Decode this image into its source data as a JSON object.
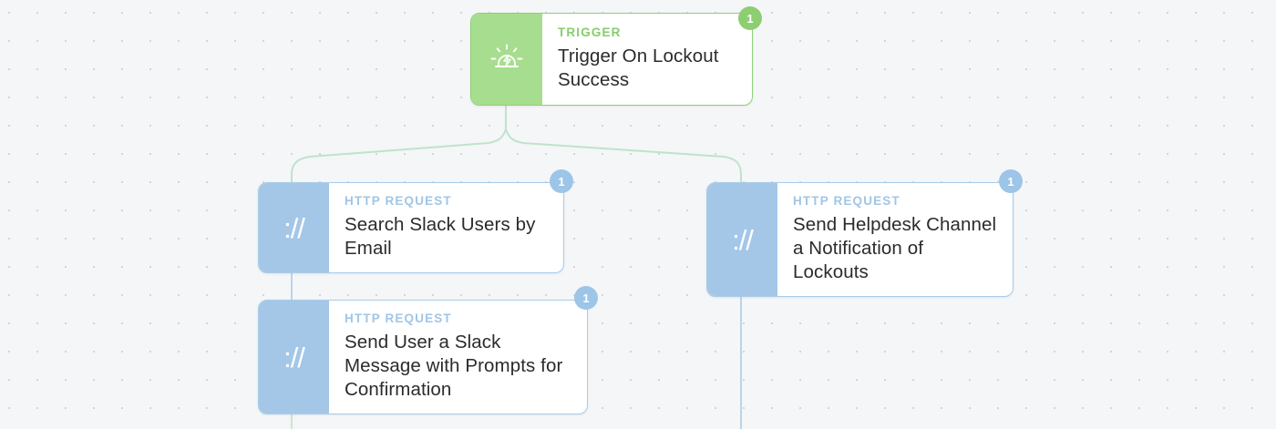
{
  "canvas": {
    "background_color": "#f5f6f7",
    "dot_color": "#a0a5ac",
    "accent_green": "#8ece72",
    "accent_green_panel": "#a7dd8e",
    "accent_blue": "#9cc5e8",
    "accent_blue_panel": "#a4c7e8",
    "card_background": "#ffffff",
    "title_color": "#2b2b2b"
  },
  "nodes": [
    {
      "id": "trigger-on-lockout-success",
      "kicker": "TRIGGER",
      "title": "Trigger On Lockout Success",
      "icon": "siren-icon",
      "badge": "1",
      "type": "trigger"
    },
    {
      "id": "search-slack-users-by-email",
      "kicker": "HTTP REQUEST",
      "title": "Search Slack Users by Email",
      "icon": "http-protocol-icon",
      "icon_glyph": "://",
      "badge": "1",
      "type": "http"
    },
    {
      "id": "send-user-a-slack-message-with-prompts-for-confirmation",
      "kicker": "HTTP REQUEST",
      "title": "Send User a Slack Message with Prompts for Confirmation",
      "icon": "http-protocol-icon",
      "icon_glyph": "://",
      "badge": "1",
      "type": "http"
    },
    {
      "id": "send-helpdesk-channel-a-notification-of-lockouts",
      "kicker": "HTTP REQUEST",
      "title": "Send Helpdesk Channel a Notification of Lockouts",
      "icon": "http-protocol-icon",
      "icon_glyph": "://",
      "badge": "1",
      "type": "http"
    }
  ]
}
